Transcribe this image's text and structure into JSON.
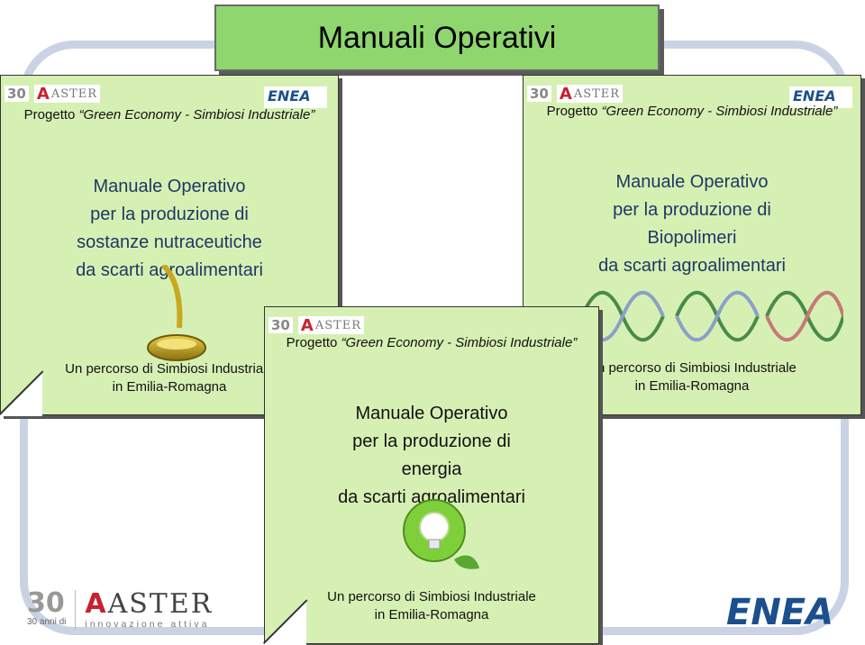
{
  "page_title": "Manuali Operativi",
  "project_line_1": "Progetto",
  "project_italic": "“Green Economy - Simbiosi Industriale”",
  "footer_line_1": "Un percorso di Simbiosi Industriale",
  "footer_line_2": "in Emilia-Romagna",
  "cards": [
    {
      "title_lines": [
        "Manuale Operativo",
        "per la produzione di",
        "sostanze nutraceutiche",
        "da scarti agroalimentari"
      ],
      "image": "olive-oil-pour"
    },
    {
      "title_lines": [
        "Manuale Operativo",
        "per la produzione di",
        "Biopolimeri",
        "da scarti agroalimentari"
      ],
      "image": "dna-helix"
    },
    {
      "title_lines": [
        "Manuale Operativo",
        "per la produzione di",
        "energia",
        "da scarti agroalimentari"
      ],
      "image": "lightbulb-leaves"
    }
  ],
  "logos": {
    "aster_30": "30",
    "aster_30_sub": "30 anni di",
    "aster_name": "ASTER",
    "aster_tagline": "innovazione attiva",
    "enea_name": "ENEA"
  }
}
